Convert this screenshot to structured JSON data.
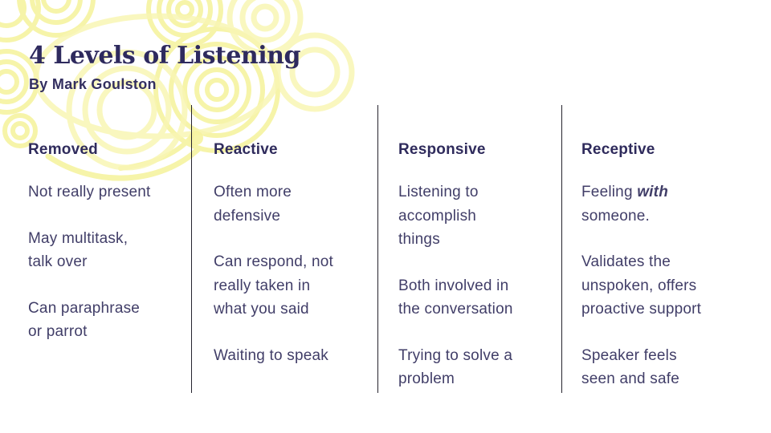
{
  "slide": {
    "title": "4 Levels of Listening",
    "subtitle": "By Mark Goulston",
    "colors": {
      "title_text": "#2e2a5e",
      "body_text": "#413e68",
      "divider": "#26242e",
      "doodle_yellow_light": "#f9f6b4",
      "doodle_yellow": "#f4f093",
      "background": "#ffffff"
    },
    "columns": [
      {
        "header": "Removed",
        "items": [
          "Not really present",
          "May multitask,\ntalk over",
          "Can paraphrase\nor parrot"
        ]
      },
      {
        "header": "Reactive",
        "items": [
          "Often more\ndefensive",
          "Can respond, not\nreally taken in\nwhat you said",
          "Waiting to speak"
        ]
      },
      {
        "header": "Responsive",
        "items": [
          "Listening to\naccomplish\nthings",
          "Both involved in\nthe conversation",
          "Trying to solve a\nproblem"
        ]
      },
      {
        "header": "Receptive",
        "item1_prefix": "Feeling ",
        "item1_emphasis": "with",
        "item1_suffix": "\nsomeone.",
        "items": [
          "Validates the\nunspoken, offers\nproactive support",
          "Speaker feels\nseen and safe"
        ]
      }
    ]
  }
}
